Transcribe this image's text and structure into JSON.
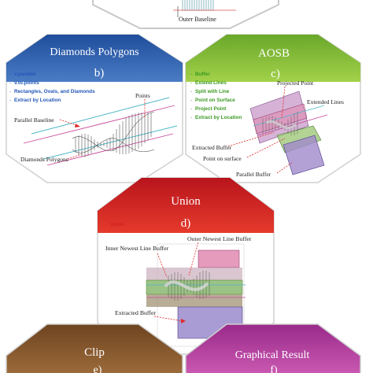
{
  "colors": {
    "panel_a_header": "#7a7a7a",
    "panel_b_header": "#3a66b0",
    "panel_c_header": "#8cc43a",
    "panel_d_header": "#d7262c",
    "panel_e_header": "#8a5a2e",
    "panel_f_header": "#b63ea0",
    "bullet_blue": "#2456b8",
    "bullet_green": "#3a9a22",
    "bullet_red": "#d32020"
  },
  "panel_a": {
    "label": "Outer Baseline"
  },
  "panel_b": {
    "title": "Diamonds Polygons",
    "letter": "b)",
    "bullets": [
      "v.parallel",
      "v.to.points",
      "Rectangles, Ovals, and Diamonds",
      "Extract by Location"
    ],
    "labels": {
      "points": "Points",
      "parallel_baseline": "Parallel Baseline",
      "diamonds_polygons": "Diamonds Polygons"
    }
  },
  "panel_c": {
    "title": "AOSB",
    "letter": "c)",
    "bullets": [
      "Buffer",
      "Extend Lines",
      "Split with Line",
      "Point on Surface",
      "Project Point",
      "Extract by Location"
    ],
    "labels": {
      "projected_point": "Projected Point",
      "extended_lines": "Extended Lines",
      "extracted_buffer": "Extracted Buffer",
      "point_on_surface": "Point on surface",
      "parallel_buffer": "Parallel Buffer"
    }
  },
  "panel_d": {
    "title": "Union",
    "letter": "d)",
    "bullets": [
      "Union"
    ],
    "labels": {
      "outer_newest": "Outer Newest Line Buffer",
      "inner_newest": "Inner Newest Line Buffer",
      "extracted_buffer": "Extracted Buffer"
    }
  },
  "panel_e": {
    "title": "Clip",
    "letter": "e)"
  },
  "panel_f": {
    "title": "Graphical Result",
    "letter": "f)"
  }
}
